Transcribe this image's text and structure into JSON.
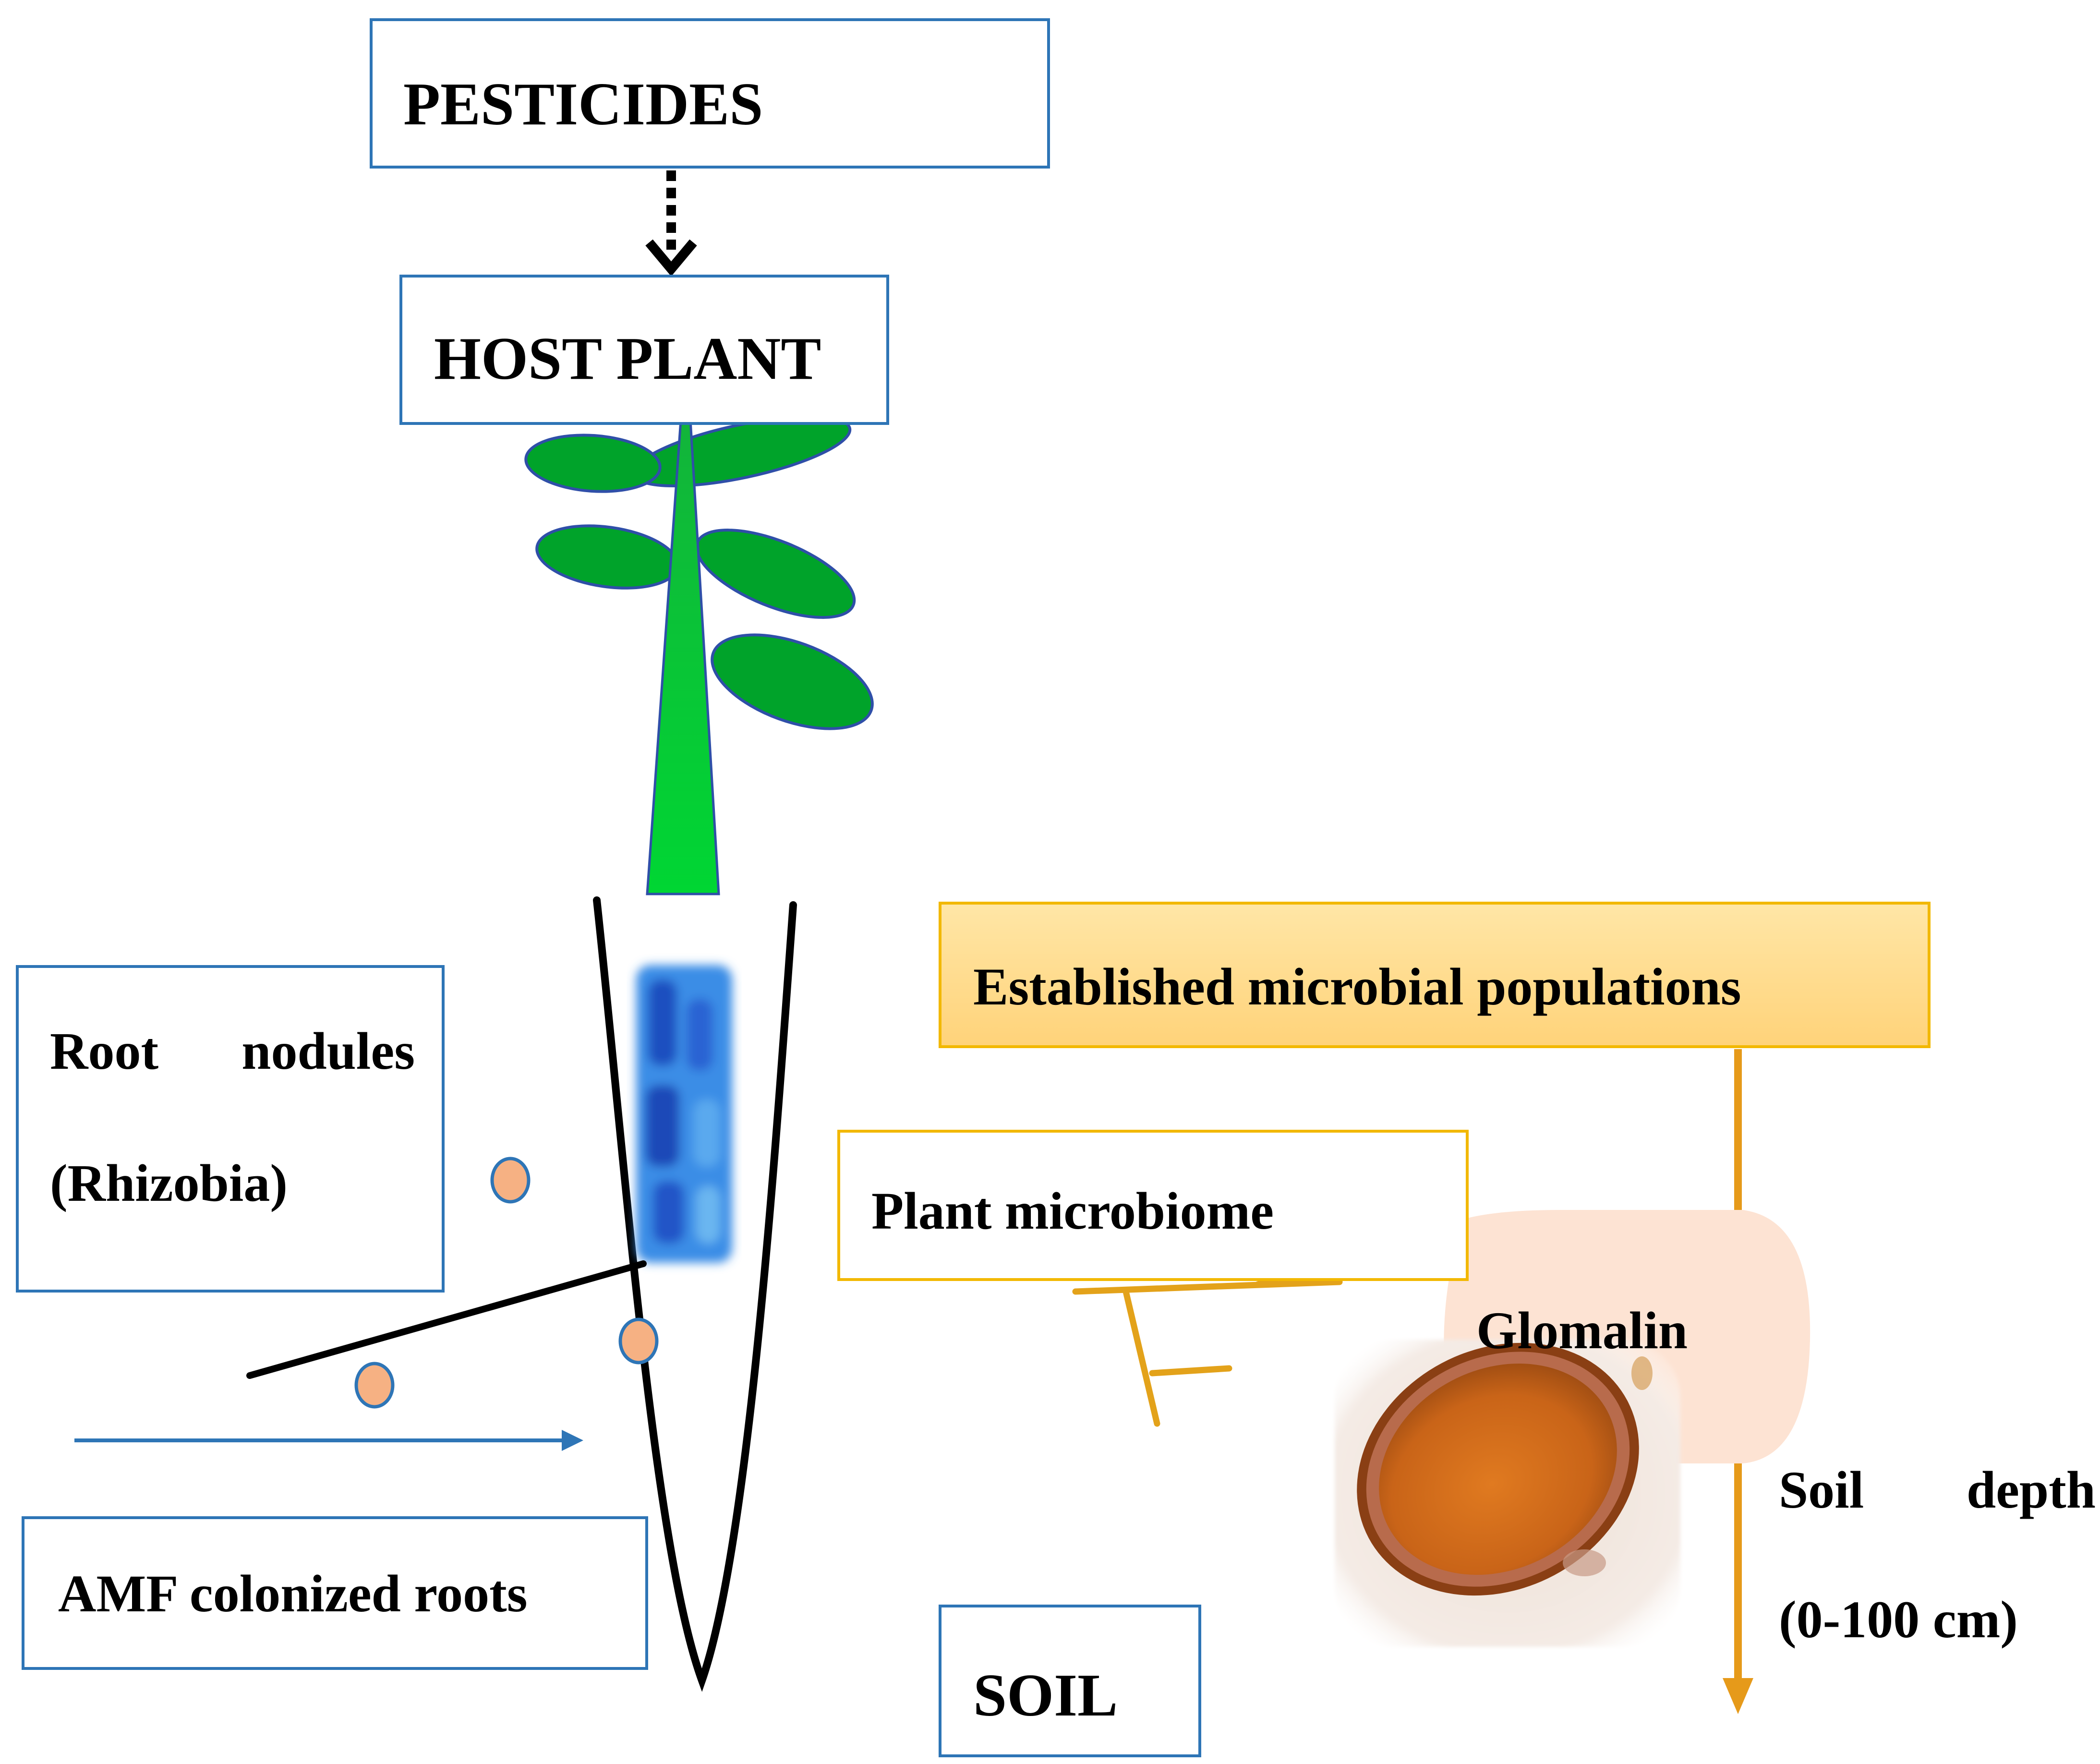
{
  "top": {
    "pesticides": "PESTICIDES",
    "host_plant": "HOST PLANT"
  },
  "left": {
    "root_nodules_line1": "Root   nodules",
    "root_nodules_line2": "(Rhizobia)",
    "amf": "AMF colonized roots"
  },
  "right": {
    "established": "Established microbial populations",
    "microbiome": "Plant microbiome",
    "glomalin": "Glomalin",
    "soil_depth_line1": "Soil      depth",
    "soil_depth_line2": "(0-100 cm)"
  },
  "bottom": {
    "soil": "SOIL"
  },
  "colors": {
    "box_border_blue": "#2e75b6",
    "box_border_gold": "#f2b800",
    "leaf_green": "#00a32a",
    "stem_green": "#00cc33",
    "leaf_outline": "#2f4fa8",
    "nodule_fill": "#f6b183",
    "hyphae_gold": "#e3a21a",
    "depth_arrow": "#e69a1a",
    "root_outline": "#000000",
    "glomalin_fill": "#fde3d3",
    "spore_brown": "#c8691b"
  },
  "icons": [
    "dashed-down-arrow-icon",
    "plant-icon",
    "root-icon",
    "nodule-icon",
    "hyphae-icon",
    "spore-image",
    "depth-arrow-icon"
  ]
}
